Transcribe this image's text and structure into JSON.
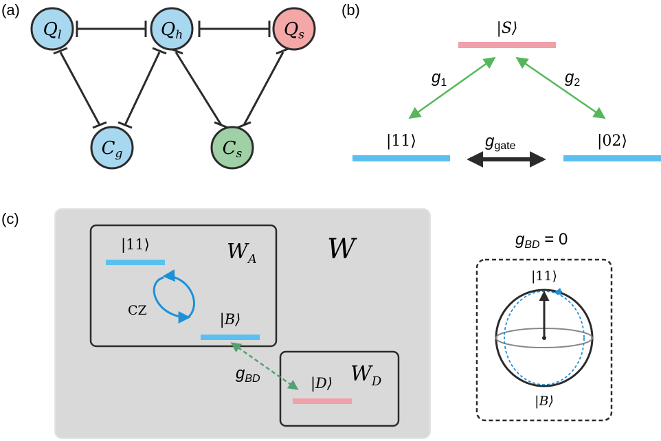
{
  "panel_a": {
    "label": "(a)",
    "nodes": {
      "q_l": {
        "text": "Q",
        "sub": "l",
        "fill": "#a8d8f0"
      },
      "q_h": {
        "text": "Q",
        "sub": "h",
        "fill": "#a8d8f0"
      },
      "q_s": {
        "text": "Q",
        "sub": "s",
        "fill": "#f4a7a7"
      },
      "c_g": {
        "text": "C",
        "sub": "g",
        "fill": "#a8d8f0"
      },
      "c_s": {
        "text": "C",
        "sub": "s",
        "fill": "#9fd0a6"
      }
    }
  },
  "panel_b": {
    "label": "(b)",
    "state_s": "|S⟩",
    "state_11": "|11⟩",
    "state_02": "|02⟩",
    "g1": {
      "main": "g",
      "sub": "1"
    },
    "g2": {
      "main": "g",
      "sub": "2"
    },
    "ggate": {
      "main": "g",
      "sub": "gate"
    },
    "colors": {
      "s_level": "#f0a0a8",
      "levels": "#5bc0f0",
      "arrows": "#55b75a",
      "ggate_arrow": "#2b2b2b"
    }
  },
  "panel_c": {
    "label": "(c)",
    "w": "W",
    "wa": {
      "main": "W",
      "sub": "A"
    },
    "wd": {
      "main": "W",
      "sub": "D"
    },
    "state_11": "|11⟩",
    "state_b": "|B⟩",
    "state_d": "|D⟩",
    "cz": "CZ",
    "gbd": {
      "main": "g",
      "sub": "BD"
    },
    "bloch": {
      "title_main": "g",
      "title_sub": "BD",
      "title_rest": " = 0",
      "top": "|11⟩",
      "bottom": "|B⟩"
    },
    "colors": {
      "background": "#d9d9d9",
      "blue": "#1e90d8",
      "green_dashed": "#55a070",
      "d_level": "#f0a0a8"
    }
  }
}
